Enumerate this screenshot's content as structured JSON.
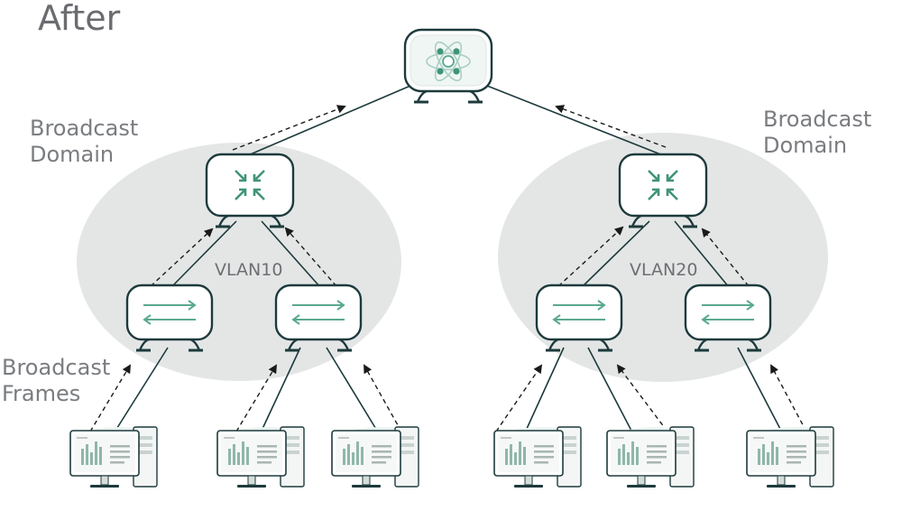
{
  "title": "After",
  "labels": {
    "broadcast_domain_left": "Broadcast\nDomain",
    "broadcast_domain_right": "Broadcast\nDomain",
    "broadcast_frames": "Broadcast\nFrames",
    "vlan_left": "VLAN10",
    "vlan_right": "VLAN20"
  },
  "colors": {
    "accent": "#5aa890",
    "domain_fill": "#e4e6e6",
    "stroke": "#1d3a3c",
    "arrow": "#1a1a1a"
  },
  "nodes": {
    "router": "atom-icon",
    "switches": [
      "compress-arrows-icon",
      "compress-arrows-icon"
    ],
    "access_switches": [
      "swap-arrows-icon",
      "swap-arrows-icon",
      "swap-arrows-icon",
      "swap-arrows-icon"
    ],
    "computers": [
      "computer-icon",
      "computer-icon",
      "computer-icon",
      "computer-icon",
      "computer-icon",
      "computer-icon"
    ]
  }
}
